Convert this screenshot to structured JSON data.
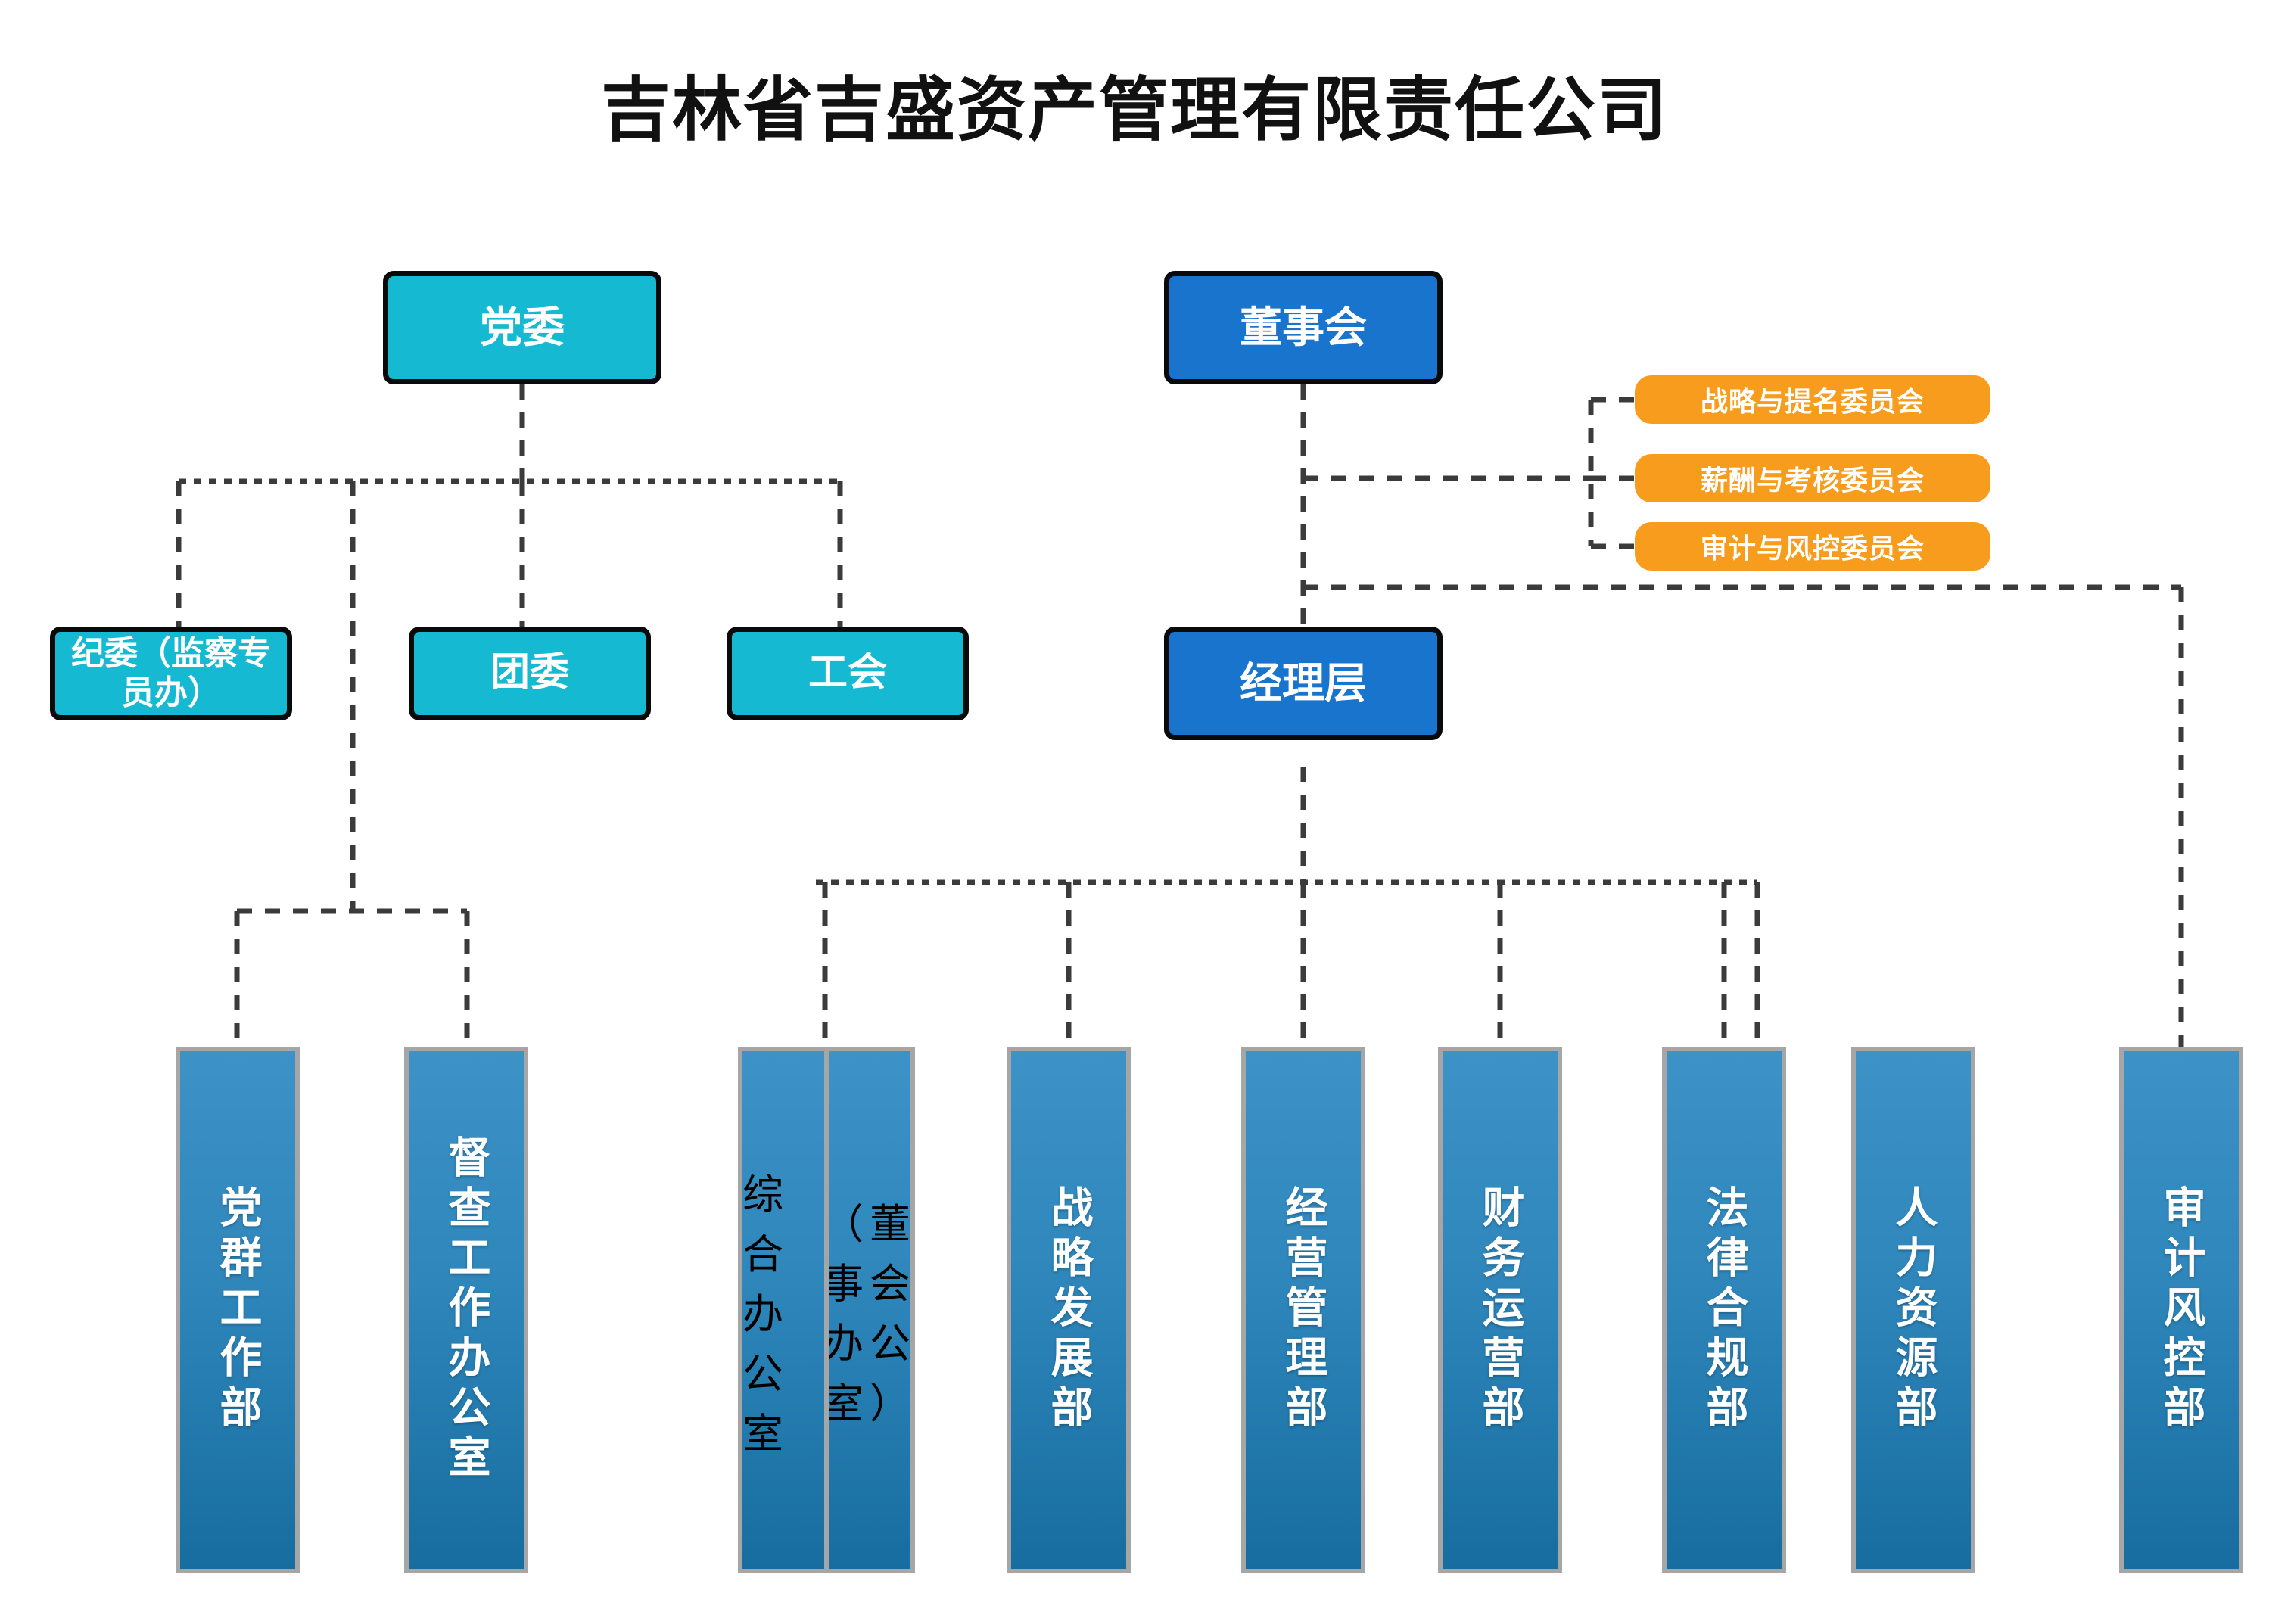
{
  "title": "吉林省吉盛资产管理有限责任公司",
  "nodes": {
    "party_committee": "党委",
    "board": "董事会",
    "discipline": "纪委（监察专员办）",
    "youth_league": "团委",
    "labor_union": "工会",
    "management": "经理层"
  },
  "committees": [
    {
      "label": "战略与提名委员会"
    },
    {
      "label": "薪酬与考核委员会"
    },
    {
      "label": "审计与风控委员会"
    }
  ],
  "departments": [
    {
      "label": "党群工作部"
    },
    {
      "label": "督查工作办公室"
    },
    {
      "label": "战略发展部"
    },
    {
      "label": "经营管理部"
    },
    {
      "label": "财务运营部"
    },
    {
      "label": "法律合规部"
    },
    {
      "label": "人力资源部"
    },
    {
      "label": "审计风控部"
    }
  ],
  "combo_department": {
    "left": "综合办公室",
    "right": "（董事会办公室）"
  },
  "colors": {
    "cyan": "#16b9d2",
    "blue": "#1874cd",
    "orange": "#f79c1d",
    "dept_top": "#3d92c6",
    "dept_bottom": "#176d9f",
    "dept_border": "#a6a6a6",
    "connector": "#3b3b3b",
    "title": "#111111",
    "background": "#ffffff"
  }
}
